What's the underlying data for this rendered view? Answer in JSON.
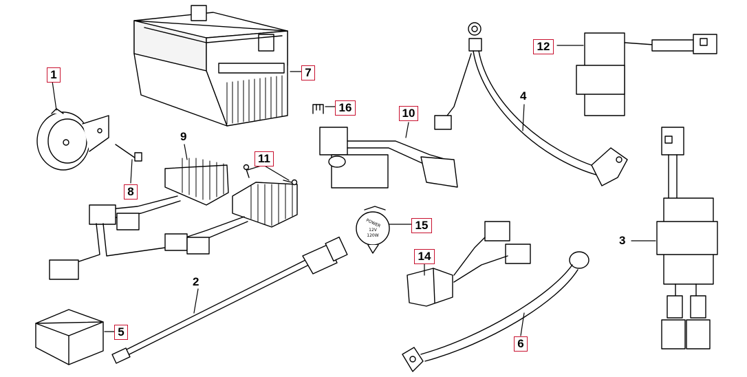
{
  "diagram": {
    "callouts": [
      {
        "id": "1",
        "label": "1"
      },
      {
        "id": "2",
        "label": "2"
      },
      {
        "id": "3",
        "label": "3"
      },
      {
        "id": "4",
        "label": "4"
      },
      {
        "id": "5",
        "label": "5"
      },
      {
        "id": "6",
        "label": "6"
      },
      {
        "id": "7",
        "label": "7"
      },
      {
        "id": "8",
        "label": "8"
      },
      {
        "id": "9",
        "label": "9"
      },
      {
        "id": "10",
        "label": "10"
      },
      {
        "id": "11",
        "label": "11"
      },
      {
        "id": "12",
        "label": "12"
      },
      {
        "id": "14",
        "label": "14"
      },
      {
        "id": "15",
        "label": "15"
      },
      {
        "id": "16",
        "label": "16"
      }
    ],
    "flasher_text": {
      "line1": "POWER",
      "line2": "12V",
      "line3": "120W"
    },
    "colors": {
      "label_border": "#c8102e",
      "line": "#000000",
      "background": "#ffffff"
    }
  }
}
